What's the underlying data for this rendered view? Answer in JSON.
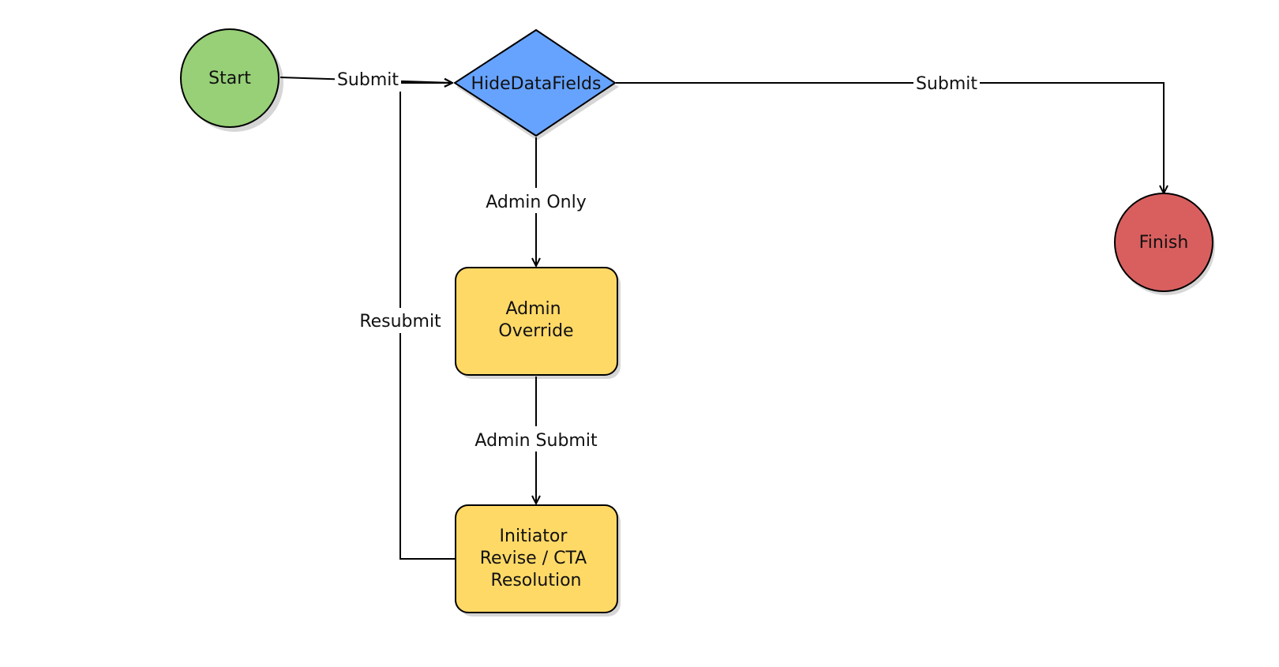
{
  "nodes": {
    "start": {
      "label": "Start",
      "fill": "#97d077"
    },
    "decision": {
      "label": "HideDataFields",
      "fill": "#66a3ff"
    },
    "admin_override": {
      "lines": [
        "Admin",
        "Override"
      ],
      "fill": "#ffd966"
    },
    "initiator": {
      "lines": [
        "Initiator",
        "Revise / CTA",
        "Resolution"
      ],
      "fill": "#ffd966"
    },
    "finish": {
      "label": "Finish",
      "fill": "#d95f5f"
    }
  },
  "edges": {
    "start_to_decision": "Submit",
    "decision_to_finish": "Submit",
    "decision_to_admin": "Admin Only",
    "admin_to_initiator": "Admin Submit",
    "initiator_to_decision": "Resubmit"
  },
  "colors": {
    "stroke": "#000000",
    "shadow": "#bfbfbf"
  }
}
